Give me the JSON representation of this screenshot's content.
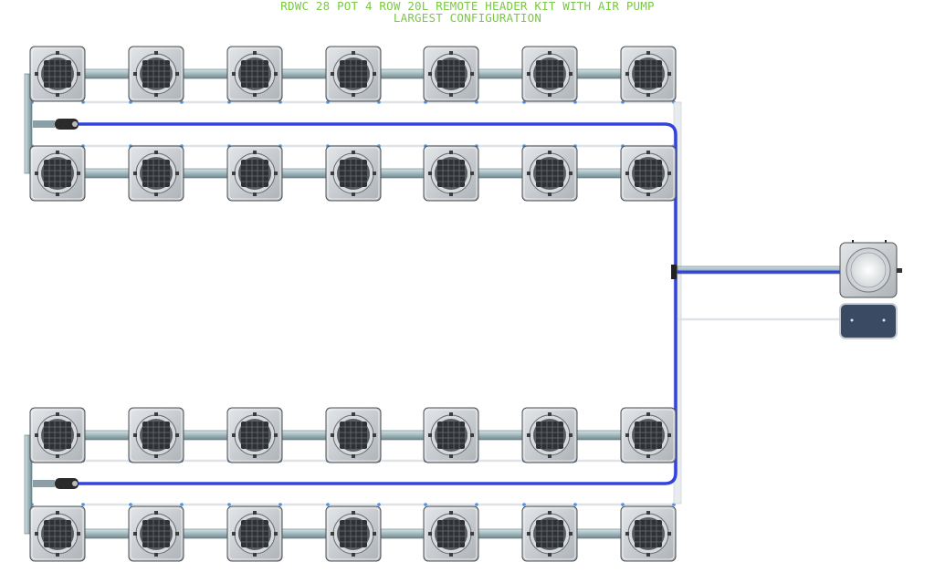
{
  "title": {
    "line1": "RDWC 28 POT 4 ROW 20L REMOTE HEADER KIT WITH AIR PUMP",
    "line2": "LARGEST CONFIGURATION"
  },
  "layout": {
    "rows": 4,
    "pots_per_row": 7,
    "total_pots": 28
  },
  "components": [
    "pot-icon",
    "header-tank-icon",
    "air-pump-icon",
    "pipe",
    "air-line",
    "valve-icon"
  ],
  "colors": {
    "title": "#7ac943",
    "air_line": "#3344dd",
    "pipe": "#9fb7bd",
    "pot_body": "#c7cbcf",
    "pot_grid": "#3a3d40",
    "pump": "#3b4a63"
  }
}
